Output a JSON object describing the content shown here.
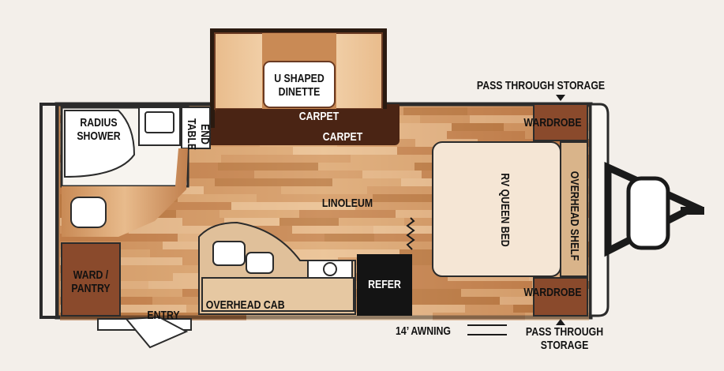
{
  "labels": {
    "radius_shower": [
      "RADIUS",
      "SHOWER"
    ],
    "end_table": [
      "END",
      "TABLE"
    ],
    "u_shaped_dinette": [
      "U SHAPED",
      "DINETTE"
    ],
    "carpet_upper": "CARPET",
    "carpet_lower": "CARPET",
    "pass_through_storage_top": "PASS THROUGH STORAGE",
    "wardrobe_top": "WARDROBE",
    "linoleum": "LINOLEUM",
    "rv_queen_bed": "RV QUEEN BED",
    "overhead_shelf": "OVERHEAD SHELF",
    "ward_pantry": [
      "WARD /",
      "PANTRY"
    ],
    "refer": "REFER",
    "wardrobe_bottom": "WARDROBE",
    "overhead_cab": "OVERHEAD CAB",
    "entry": "ENTRY",
    "awning": "14’ AWNING",
    "pass_through_storage_bottom": [
      "PASS THROUGH",
      "STORAGE"
    ]
  },
  "colors": {
    "wall": "#2b2b2b",
    "floor_light": "#e4b58a",
    "floor_dark": "#a8663a",
    "carpet": "#4a2414",
    "dinette_seat": "#f2d0a6",
    "bed": "#f5e6d5",
    "wardrobe": "#8a4a2c",
    "shelf": "#d9b48a",
    "refer": "#141414",
    "background": "#f3efea"
  }
}
